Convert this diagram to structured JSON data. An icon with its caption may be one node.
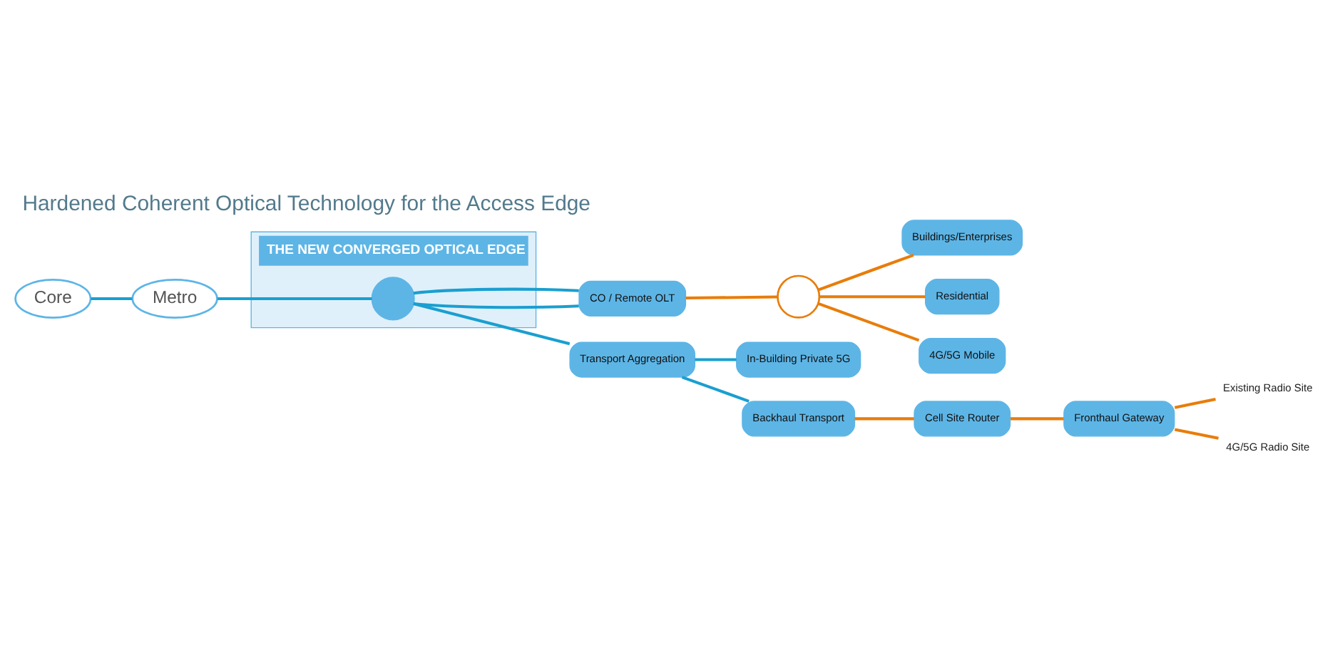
{
  "diagram": {
    "title": "Hardened Coherent Optical Technology for the Access Edge",
    "nodes": [
      {
        "text": [
          "THE NEW CONVERGED OPTICAL EDGE"
        ]
      },
      {
        "text": [
          "Core"
        ]
      },
      {
        "text": [
          "Metro"
        ]
      },
      {
        "text": [],
        "shape": "circle",
        "in": 0
      },
      {
        "text": [
          "CO / Remote OLT"
        ]
      },
      {
        "text": [],
        "shape": "circle"
      },
      {
        "text": [
          "Buildings/Enterprises"
        ]
      },
      {
        "text": [
          "Residential"
        ]
      },
      {
        "text": [
          "4G/5G Mobile"
        ]
      },
      {
        "text": [
          "In-Building Private 5G"
        ]
      },
      {
        "text": [
          "Transport Aggregation"
        ]
      },
      {
        "text": [
          "Backhaul Transport"
        ]
      },
      {
        "text": [
          "Cell Site Router"
        ]
      },
      {
        "text": [
          "Fronthaul Gateway"
        ]
      },
      {
        "text": [
          "Existing Radio Site"
        ]
      },
      {
        "text": [
          "4G/5G Radio Site"
        ]
      }
    ],
    "edges": [
      {
        "from": 1,
        "to": 2,
        "arrow": "none",
        "color": "#1a9fd0"
      },
      {
        "from": 2,
        "to": 3,
        "arrow": "none",
        "color": "#1a9fd0"
      },
      {
        "from": 3,
        "to": 4,
        "arrow": "none",
        "color": "#1a9fd0"
      },
      {
        "from": 3,
        "to": 4,
        "arrow": "none",
        "color": "#1a9fd0"
      },
      {
        "from": 4,
        "to": 5,
        "arrow": "none"
      },
      {
        "from": 5,
        "to": 6,
        "arrow": "none"
      },
      {
        "from": 5,
        "to": 7,
        "arrow": "none"
      },
      {
        "from": 5,
        "to": 8,
        "arrow": "none"
      },
      {
        "from": 3,
        "to": 10,
        "arrow": "none",
        "color": "#1a9fd0"
      },
      {
        "from": 10,
        "to": 9,
        "arrow": "none",
        "color": "#1a9fd0"
      },
      {
        "from": 10,
        "to": 11,
        "arrow": "none",
        "color": "#1a9fd0"
      },
      {
        "from": 11,
        "to": 12,
        "arrow": "none"
      },
      {
        "from": 12,
        "to": 13,
        "arrow": "none"
      },
      {
        "from": 13,
        "to": 14,
        "arrow": "none"
      },
      {
        "from": 13,
        "to": 15,
        "arrow": "none"
      }
    ]
  }
}
